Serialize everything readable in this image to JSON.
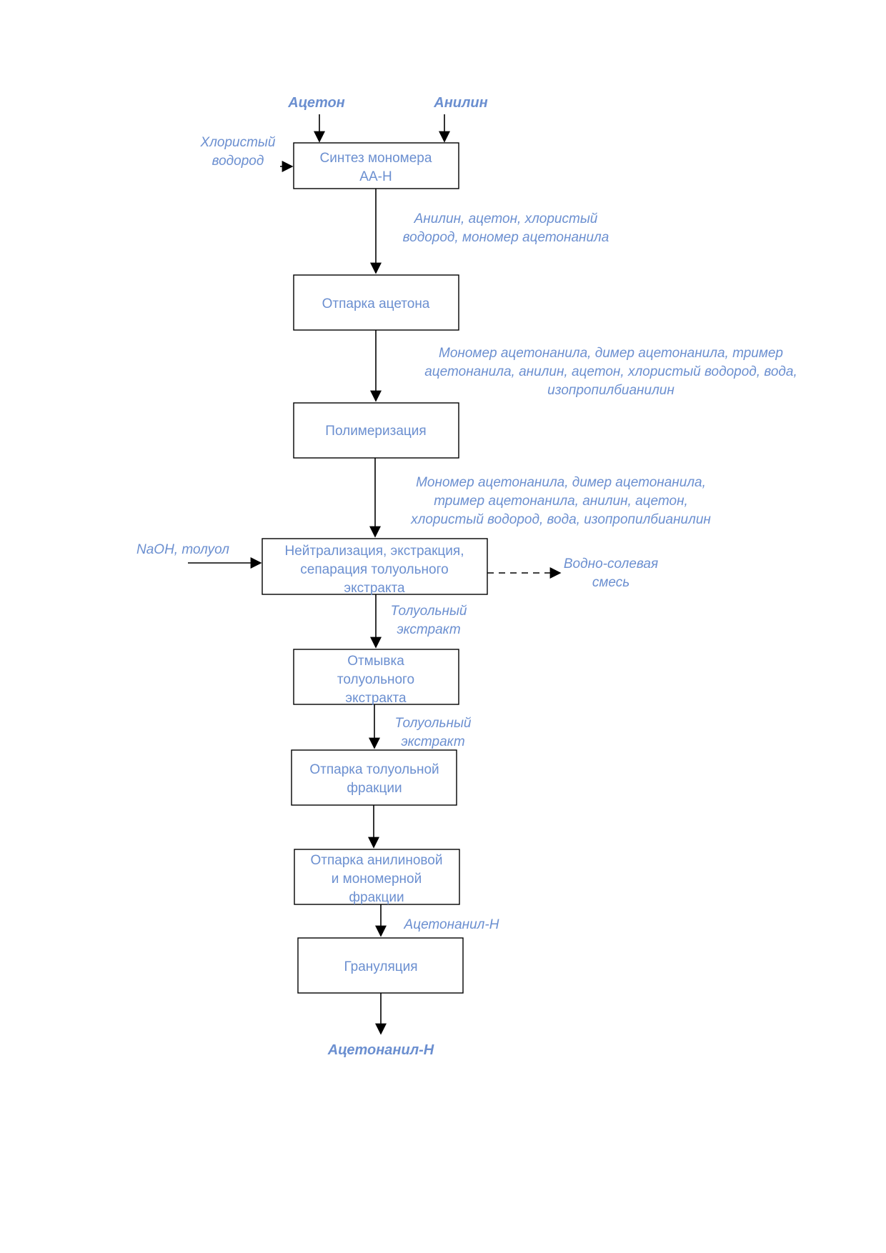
{
  "colors": {
    "text": "#6b8fd0",
    "lines": "#000000",
    "background": "#ffffff"
  },
  "inputs": {
    "acetone": "Ацетон",
    "aniline": "Анилин",
    "hydrogen_chloride": [
      "Хлористый",
      "водород"
    ],
    "naoh_toluene": "NaOH, толуол"
  },
  "steps": {
    "synthesis": [
      "Синтез мономера",
      "АА-Н"
    ],
    "acetone_stripping": [
      "Отпарка ацетона"
    ],
    "polymerization": [
      "Полимеризация"
    ],
    "neutralization": [
      "Нейтрализация, экстракция,",
      "сепарация толуольного",
      "экстракта"
    ],
    "washing": [
      "Отмывка",
      "толуольного",
      "экстракта"
    ],
    "toluene_stripping": [
      "Отпарка толуольной",
      "фракции"
    ],
    "aniline_stripping": [
      "Отпарка анилиновой",
      "и мономерной",
      "фракции"
    ],
    "granulation": [
      "Грануляция"
    ]
  },
  "flows": {
    "after_synthesis": [
      "Анилин, ацетон, хлористый",
      "водород, мономер ацетонанила"
    ],
    "after_stripping": [
      "Мономер ацетонанила, димер ацетонанила, тример",
      "ацетонанила, анилин, ацетон, хлористый водород, вода,",
      "изопропилбианилин"
    ],
    "after_polymerization": [
      "Мономер ацетонанила, димер ацетонанила,",
      "тример ацетонанила, анилин, ацетон,",
      "хлористый водород, вода, изопропилбианилин"
    ],
    "after_neutralization": [
      "Толуольный",
      "экстракт"
    ],
    "after_washing": [
      "Толуольный",
      "экстракт"
    ],
    "after_aniline_stripping": [
      "Ацетонанил-Н"
    ]
  },
  "outputs": {
    "salt_water": [
      "Водно-солевая",
      "смесь"
    ],
    "product": "Ацетонанил-Н"
  }
}
